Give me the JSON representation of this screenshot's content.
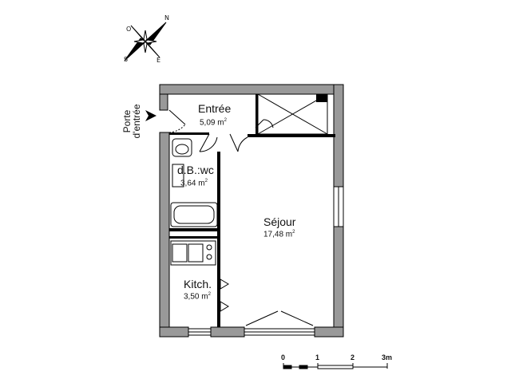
{
  "compass": {
    "north": "N",
    "south": "S",
    "east": "E",
    "west": "O"
  },
  "entrance": {
    "line1": "Porte",
    "line2": "d'entrée"
  },
  "rooms": [
    {
      "name": "Entrée",
      "area": "5,09 m",
      "unit_sup": "2"
    },
    {
      "name": "d.B.:wc",
      "area": "3,64 m",
      "unit_sup": "2"
    },
    {
      "name": "Séjour",
      "area": "17,48 m",
      "unit_sup": "2"
    },
    {
      "name": "Kitch.",
      "area": "3,50 m",
      "unit_sup": "2"
    }
  ],
  "scale": {
    "ticks": [
      "0",
      "1",
      "2",
      "3m"
    ]
  }
}
